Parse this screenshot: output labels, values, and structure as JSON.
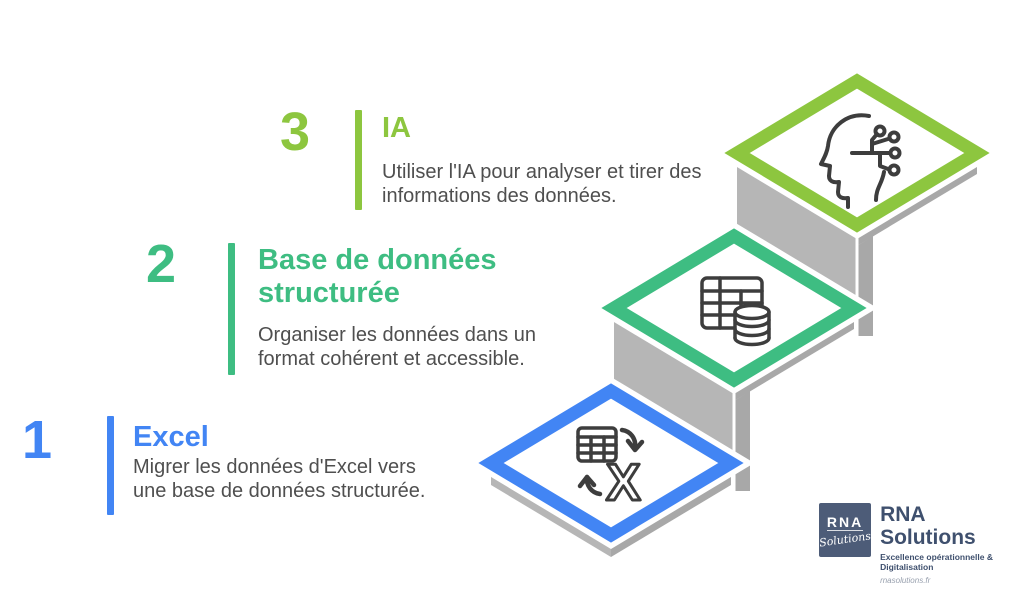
{
  "page": {
    "background_color": "#FFFFFF"
  },
  "steps": [
    {
      "number": "1",
      "title": "Excel",
      "description": "Migrer les données d'Excel vers une base de données structurée.",
      "accent_color": "#4285F4",
      "icon": "excel-migration-icon"
    },
    {
      "number": "2",
      "title": "Base de données structurée",
      "description": "Organiser les données dans un format cohérent et accessible.",
      "accent_color": "#3EBD82",
      "icon": "structured-database-icon"
    },
    {
      "number": "3",
      "title": "IA",
      "description": "Utiliser l'IA pour analyser et tirer des informations des données.",
      "accent_color": "#8DC63F",
      "icon": "ai-analysis-icon"
    }
  ],
  "staircase": {
    "platform_border_colors": {
      "step1": "#4285F4",
      "step2": "#3EBD82",
      "step3": "#8DC63F"
    },
    "left_face_color": "#B6B6B6",
    "right_face_color": "#A8A8A8",
    "icon_stroke_color": "#3D3D3D",
    "platform_fill": "#FFFFFF"
  },
  "logo": {
    "acronym": "RNA",
    "script": "Solutions",
    "name": "RNA Solutions",
    "tagline": "Excellence opérationnelle & Digitalisation",
    "website": "rnasolutions.fr",
    "block_color": "#4D5C78",
    "text_color": "#3F506E"
  }
}
